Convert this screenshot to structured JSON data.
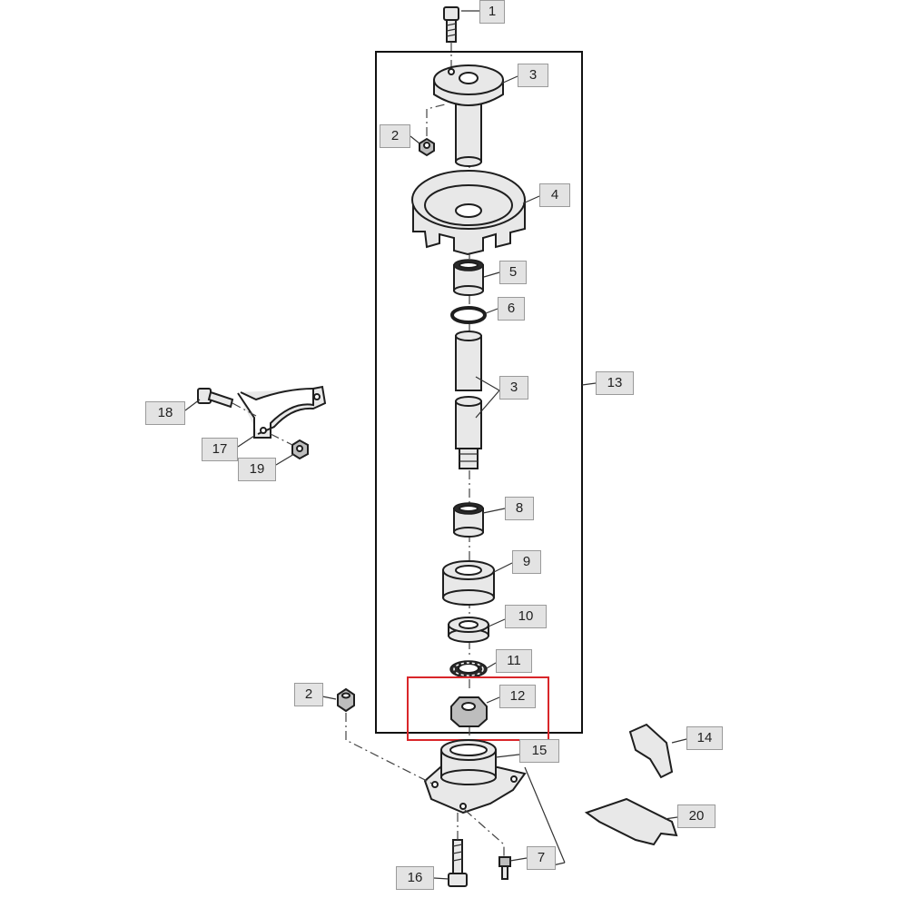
{
  "callouts": {
    "c1": "1",
    "c2a": "2",
    "c3a": "3",
    "c4": "4",
    "c5": "5",
    "c6": "6",
    "c3b": "3",
    "c13": "13",
    "c18": "18",
    "c17": "17",
    "c19": "19",
    "c8": "8",
    "c9": "9",
    "c10": "10",
    "c11": "11",
    "c2b": "2",
    "c12": "12",
    "c15": "15",
    "c14": "14",
    "c20": "20",
    "c7": "7",
    "c16": "16"
  },
  "colors": {
    "highlight": "#d9262a",
    "callout_fill": "#e3e3e3",
    "callout_border": "#9a9a9a",
    "line": "#1e1e1e"
  },
  "highlighted_part": "12"
}
